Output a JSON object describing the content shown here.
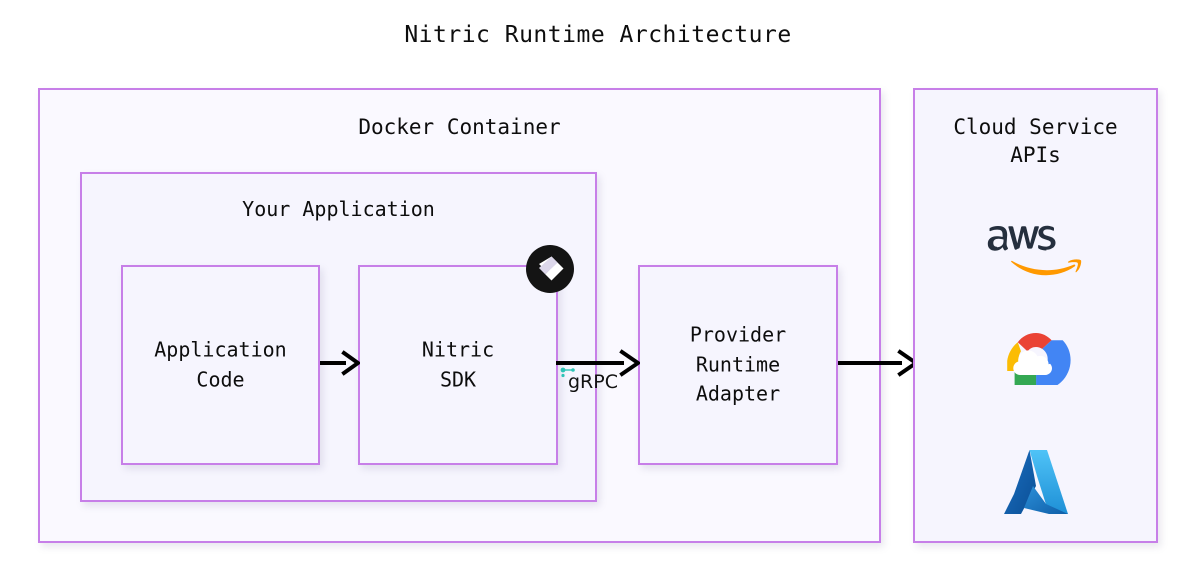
{
  "title": "Nitric Runtime Architecture",
  "theme": {
    "page_bg": "#ffffff",
    "box_border": "#c77fe8",
    "box_fill": "#f6f5fe",
    "outer_fill": "#faf9ff",
    "text": "#0d0d0d",
    "arrow": "#000000",
    "grpc_accent": "#2ec4b6"
  },
  "docker_container": {
    "label": "Docker Container",
    "your_application": {
      "label": "Your Application",
      "application_code": {
        "label": "Application\nCode"
      },
      "nitric_sdk": {
        "label": "Nitric\nSDK",
        "badge_icon": "nitric-logo-icon"
      }
    },
    "provider_adapter": {
      "label": "Provider\nRuntime\nAdapter"
    }
  },
  "cloud_services": {
    "label": "Cloud Service\nAPIs",
    "logos": [
      {
        "name": "aws-logo",
        "alt": "aws",
        "wordmark": "aws",
        "colors": {
          "text": "#252f3e",
          "swoosh": "#ff9900"
        }
      },
      {
        "name": "google-cloud-logo",
        "alt": "Google Cloud",
        "colors": {
          "red": "#ea4335",
          "blue": "#4285f4",
          "yellow": "#fbbc04",
          "green": "#34a853"
        }
      },
      {
        "name": "azure-logo",
        "alt": "Microsoft Azure",
        "colors": {
          "dark": "#0f5ea8",
          "light": "#3fb8f2"
        }
      }
    ]
  },
  "edges": [
    {
      "name": "code-to-sdk",
      "label": ""
    },
    {
      "name": "sdk-to-adapter",
      "label": "gRPC"
    },
    {
      "name": "adapter-to-cloud",
      "label": ""
    }
  ]
}
